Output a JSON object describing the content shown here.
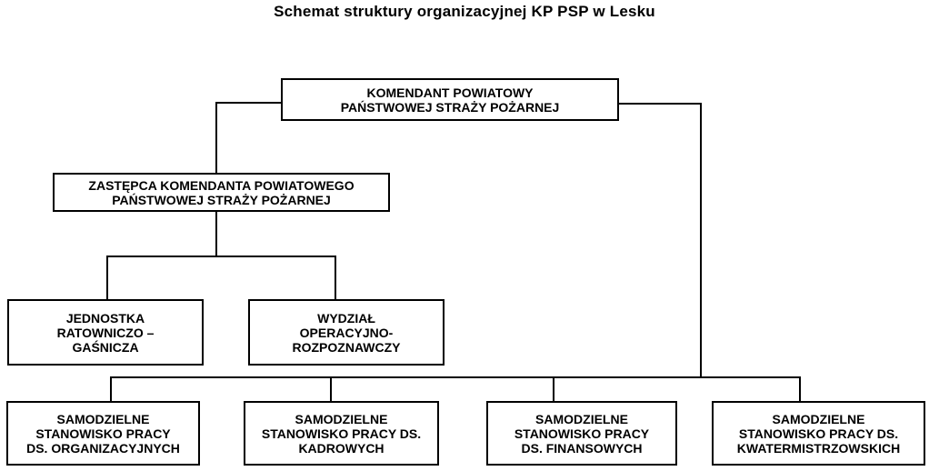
{
  "title": "Schemat struktury organizacyjnej KP PSP w Lesku",
  "colors": {
    "background": "#ffffff",
    "box_border": "#000000",
    "box_background": "#ffffff",
    "connector_line": "#000000",
    "text": "#000000"
  },
  "nodes": {
    "komendant": {
      "lines": [
        "KOMENDANT POWIATOWY",
        "PAŃSTWOWEJ STRAŻY POŻARNEJ"
      ]
    },
    "zastepca": {
      "lines": [
        "ZASTĘPCA KOMENDANTA POWIATOWEGO",
        "PAŃSTWOWEJ STRAŻY POŻARNEJ"
      ]
    },
    "jrg": {
      "lines": [
        "JEDNOSTKA",
        "RATOWNICZO –",
        "GAŚNICZA"
      ]
    },
    "wydzial": {
      "lines": [
        "WYDZIAŁ",
        "OPERACYJNO-",
        "ROZPOZNAWCZY"
      ]
    },
    "organizacyjne": {
      "lines": [
        "SAMODZIELNE",
        "STANOWISKO PRACY",
        "DS. ORGANIZACYJNYCH"
      ]
    },
    "kadrowe": {
      "lines": [
        "SAMODZIELNE",
        "STANOWISKO PRACY DS.",
        "KADROWYCH"
      ]
    },
    "finansowe": {
      "lines": [
        "SAMODZIELNE",
        "STANOWISKO PRACY",
        "DS. FINANSOWYCH"
      ]
    },
    "kwatermistrzowskie": {
      "lines": [
        "SAMODZIELNE",
        "STANOWISKO PRACY DS.",
        "KWATERMISTRZOWSKICH"
      ]
    }
  }
}
